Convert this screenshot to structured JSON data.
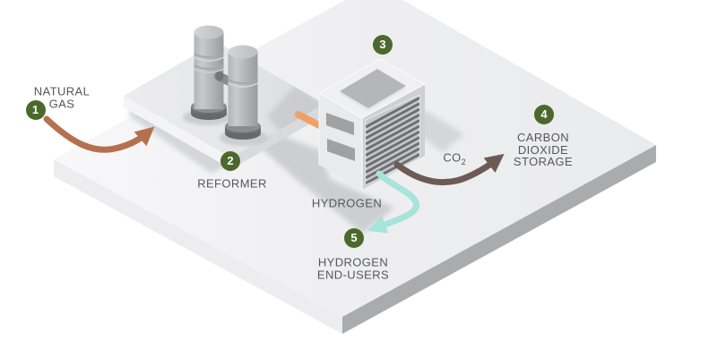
{
  "colors": {
    "badge-green": "#4b692c",
    "label-gray": "#56575a",
    "arrow-natural-gas": "#b5714f",
    "pipe-orange": "#f0a166",
    "arrow-co2": "#6e5a55",
    "arrow-hydrogen": "#a6e4dc",
    "platform-side": "#a9abad",
    "louver-slat": "#6e7073"
  },
  "steps": [
    {
      "number": "1",
      "label_lines": [
        "NATURAL",
        "GAS"
      ]
    },
    {
      "number": "2",
      "label_lines": [
        "REFORMER"
      ]
    },
    {
      "number": "3",
      "label_lines": []
    },
    {
      "number": "4",
      "label_lines": [
        "CARBON",
        "DIOXIDE",
        "STORAGE"
      ]
    },
    {
      "number": "5",
      "label_lines": [
        "HYDROGEN",
        "END-USERS"
      ]
    }
  ],
  "flow_labels": {
    "hydrogen": "HYDROGEN",
    "co2_text": "CO",
    "co2_sub": "2"
  }
}
